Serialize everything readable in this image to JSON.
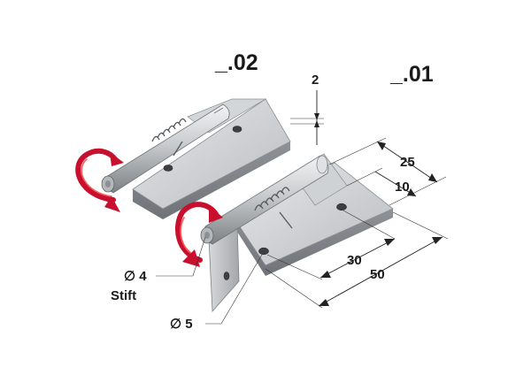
{
  "variants": {
    "upper": "_.02",
    "lower": "_.01"
  },
  "dimensions": {
    "thickness": "2",
    "pitch": "25",
    "offset": "10",
    "hole_dist": "30",
    "width": "50"
  },
  "annotations": {
    "pin_diameter": "∅ 4",
    "pin_word": "Stift",
    "hole_diameter": "∅ 5"
  },
  "colors": {
    "rotation_arrow": "#c8102e",
    "metal": "#c4c7ca"
  },
  "icons": [
    "rotation-arrow-icon",
    "rotation-arrow-icon"
  ]
}
